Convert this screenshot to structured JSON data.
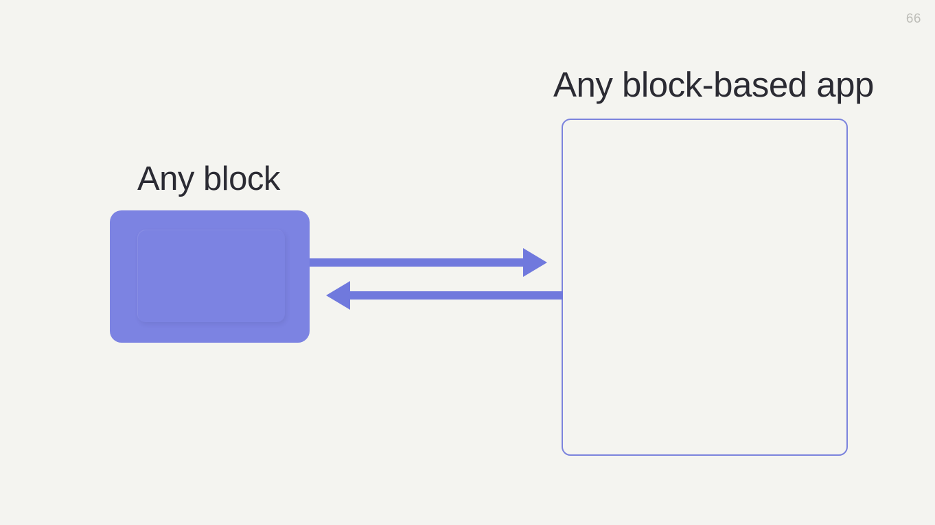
{
  "slide": {
    "page_number": "66",
    "background_color": "#f4f4f0",
    "accent_color": "#7c83e2",
    "arrow_color": "#7079dd",
    "text_color": "#2b2b33",
    "page_number_color": "#bdbdb8"
  },
  "diagram": {
    "left_label": "Any block",
    "right_label": "Any block-based app",
    "block": {
      "name": "block-shape",
      "fill": "#7c83e2"
    },
    "app_frame": {
      "name": "app-frame-shape",
      "border_color": "#7b83dd"
    },
    "connections": [
      {
        "name": "block-to-app",
        "direction": "right",
        "from": "Any block",
        "to": "Any block-based app"
      },
      {
        "name": "app-to-block",
        "direction": "left",
        "from": "Any block-based app",
        "to": "Any block"
      }
    ]
  }
}
